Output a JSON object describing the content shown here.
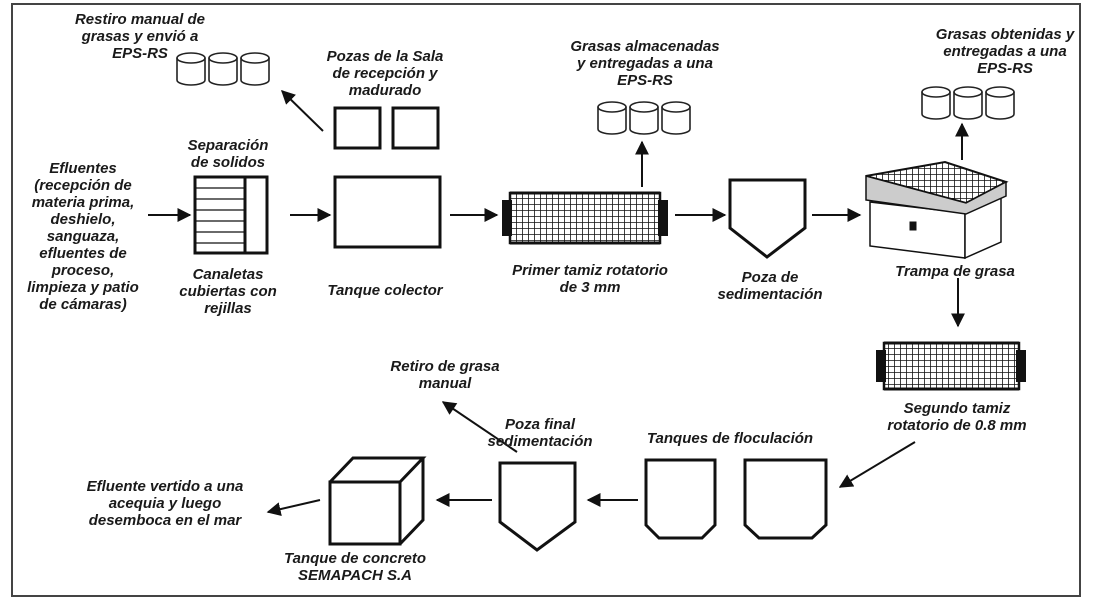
{
  "labels": {
    "restiro": [
      "Restiro manual de",
      "grasas y envió a",
      "EPS-RS"
    ],
    "pozas_sala": [
      "Pozas de la Sala",
      "de recepción y",
      "madurado"
    ],
    "grasas_almacenadas": [
      "Grasas almacenadas",
      "y entregadas a una",
      "EPS-RS"
    ],
    "grasas_obtenidas": [
      "Grasas obtenidas y",
      "entregadas a una",
      "EPS-RS"
    ],
    "efluentes": [
      "Efluentes",
      "(recepción de",
      "materia prima,",
      "deshielo,",
      "sanguaza,",
      "efluentes de",
      "proceso,",
      "limpieza y patio",
      "de cámaras)"
    ],
    "separacion": [
      "Separación",
      "de solidos"
    ],
    "canaletas": [
      "Canaletas",
      "cubiertas con",
      "rejillas"
    ],
    "tanque_colector": [
      "Tanque colector"
    ],
    "primer_tamiz": [
      "Primer tamiz rotatorio",
      "de 3 mm"
    ],
    "poza_sedimentacion": [
      "Poza de",
      "sedimentación"
    ],
    "trampa_grasa": [
      "Trampa de grasa"
    ],
    "segundo_tamiz": [
      "Segundo tamiz",
      "rotatorio de 0.8 mm"
    ],
    "tanques_floculacion": [
      "Tanques de floculación"
    ],
    "poza_final": [
      "Poza final",
      "sedimentación"
    ],
    "retiro_grasa": [
      "Retiro de grasa",
      "manual"
    ],
    "tanque_concreto": [
      "Tanque de concreto",
      "SEMAPACH S.A"
    ],
    "efluente_vertido": [
      "Efluente vertido a una",
      "acequia y luego",
      "desemboca en el mar"
    ]
  },
  "colors": {
    "stroke": "#111111",
    "background": "#ffffff",
    "frame": "#444444"
  }
}
